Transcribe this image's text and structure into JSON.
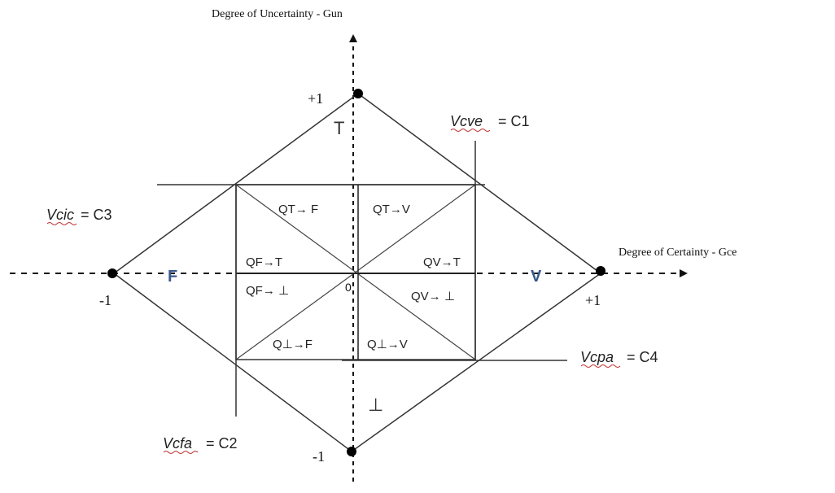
{
  "axes": {
    "vertical_label": "Degree of Uncertainty - Gun",
    "horizontal_label": "Degree of Certainty - Gce",
    "origin": "0",
    "top": "+1",
    "bottom": "-1",
    "left": "-1",
    "right": "+1"
  },
  "states": {
    "top": "T",
    "bottom": "⊥",
    "left": "F",
    "right": "V"
  },
  "regions": {
    "qt_f": "QT→ F",
    "qt_v": "QT→V",
    "qf_t": "QF→T",
    "qv_t": "QV→T",
    "qf_bot": "QF→ ⊥",
    "qv_bot": "QV→ ⊥",
    "qbot_f": "Q⊥→F",
    "qbot_v": "Q⊥→V"
  },
  "limits": {
    "c1_var": "Vcve",
    "c1_rhs": "= C1",
    "c2_var": "Vcfa",
    "c2_rhs": "= C2",
    "c3_var": "Vcic",
    "c3_rhs": "= C3",
    "c4_var": "Vcpa",
    "c4_rhs": "= C4"
  },
  "colors": {
    "line": "#333333",
    "state_lr": "#3a5a8c",
    "underline": "#c03030"
  }
}
